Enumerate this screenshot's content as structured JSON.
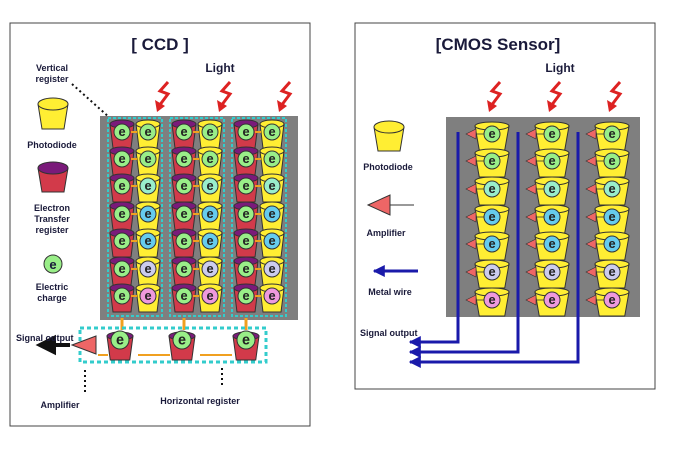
{
  "ccd": {
    "title": "[ CCD ]",
    "light_label": "Light",
    "vertical_register_label": [
      "Vertical",
      "register"
    ],
    "legend": {
      "photodiode": "Photodiode",
      "electron_transfer_register": [
        "Electron",
        "Transfer",
        "register"
      ],
      "electric_charge": [
        "Electric",
        "charge"
      ]
    },
    "signal_output_label": "Signal output",
    "amplifier_label": "Amplifier",
    "horizontal_register_label": "Horizontal register"
  },
  "cmos": {
    "title": "[CMOS Sensor]",
    "light_label": "Light",
    "legend": {
      "photodiode": "Photodiode",
      "amplifier": "Amplifier",
      "metal_wire": "Metal wire"
    },
    "signal_output_label": "Signal output"
  },
  "charge_symbol": "e",
  "colors": {
    "photodiode_yellow": "#ffee33",
    "register_red": "#d23a4a",
    "register_purple": "#7a1a7a",
    "sensor_gray": "#7f7f7f",
    "wire_blue": "#1a1aaa",
    "amp_red": "#ee6666",
    "light_red": "#dd2222",
    "highlight_cyan": "#33cccc",
    "transfer_orange": "#f0a020",
    "charge_green": "#99ee88"
  }
}
